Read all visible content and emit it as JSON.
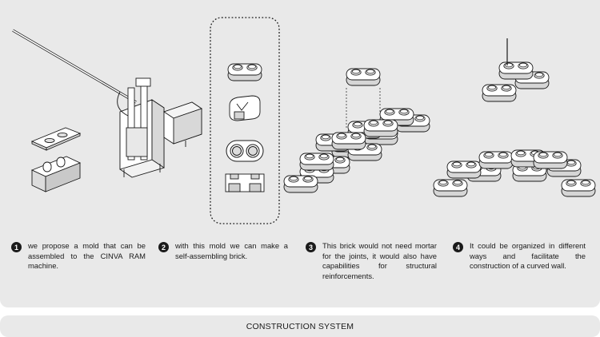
{
  "steps": [
    {
      "number": "1",
      "text": "we propose a mold that can be assembled to the CINVA RAM machine."
    },
    {
      "number": "2",
      "text": "with this mold we can make a self-assembling brick."
    },
    {
      "number": "3",
      "text": "This brick would not need mortar for the joints, it would also have capabilities for structural reinforcements."
    },
    {
      "number": "4",
      "text": "It could be organized in different ways and facilitate the construction of a curved wall."
    }
  ],
  "footer": {
    "label": "CONSTRUCTION SYSTEM"
  },
  "colors": {
    "panel": "#e9e9e9",
    "line": "#1a1a1a",
    "brick": "#ffffff",
    "shade": "#d4d4d4"
  }
}
